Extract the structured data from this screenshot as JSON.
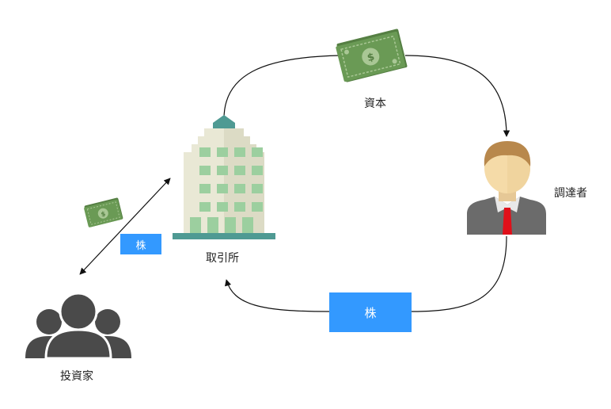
{
  "labels": {
    "exchange": "取引所",
    "capital": "資本",
    "raiser": "調達者",
    "investors": "投資家"
  },
  "tags": {
    "stock_small": "株",
    "stock_large": "株"
  },
  "icons": {
    "exchange": "office-building-icon",
    "raiser": "businessman-icon",
    "investors": "people-group-icon",
    "money": "dollar-banknote-icon"
  },
  "colors": {
    "money_green": "#6a9a55",
    "money_light": "#a9c795",
    "stock_blue": "#3399ff",
    "person_gray": "#4a4a4a",
    "building_cream": "#e9e8d5",
    "building_window": "#9ccf9f",
    "building_base": "#4f9a93",
    "tie_red": "#e0101a",
    "hair_brown": "#b8884c",
    "skin": "#f5dba8"
  }
}
